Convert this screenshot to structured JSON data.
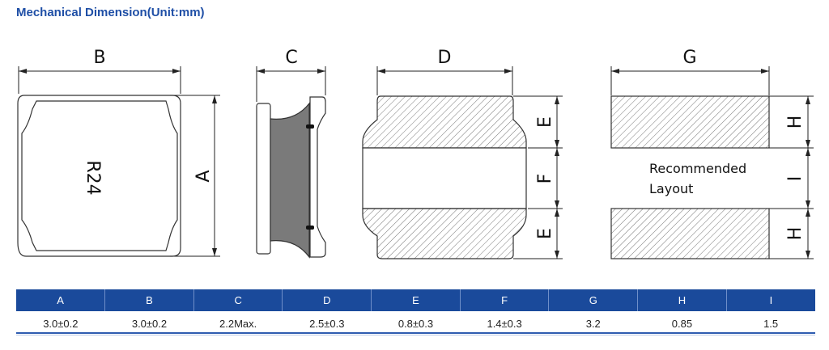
{
  "title": "Mechanical Dimension(Unit:mm)",
  "drawing": {
    "labels": {
      "A": "A",
      "B": "B",
      "C": "C",
      "D": "D",
      "E": "E",
      "F": "F",
      "G": "G",
      "H": "H",
      "I": "I"
    },
    "marking": "R24",
    "recommended": [
      "Recommended",
      "Layout"
    ]
  },
  "table": {
    "headers": [
      "A",
      "B",
      "C",
      "D",
      "E",
      "F",
      "G",
      "H",
      "I"
    ],
    "values": [
      "3.0±0.2",
      "3.0±0.2",
      "2.2Max.",
      "2.5±0.3",
      "0.8±0.3",
      "1.4±0.3",
      "3.2",
      "0.85",
      "1.5"
    ]
  },
  "colors": {
    "accent": "#1a4a9b",
    "title": "#1f4fa6"
  }
}
